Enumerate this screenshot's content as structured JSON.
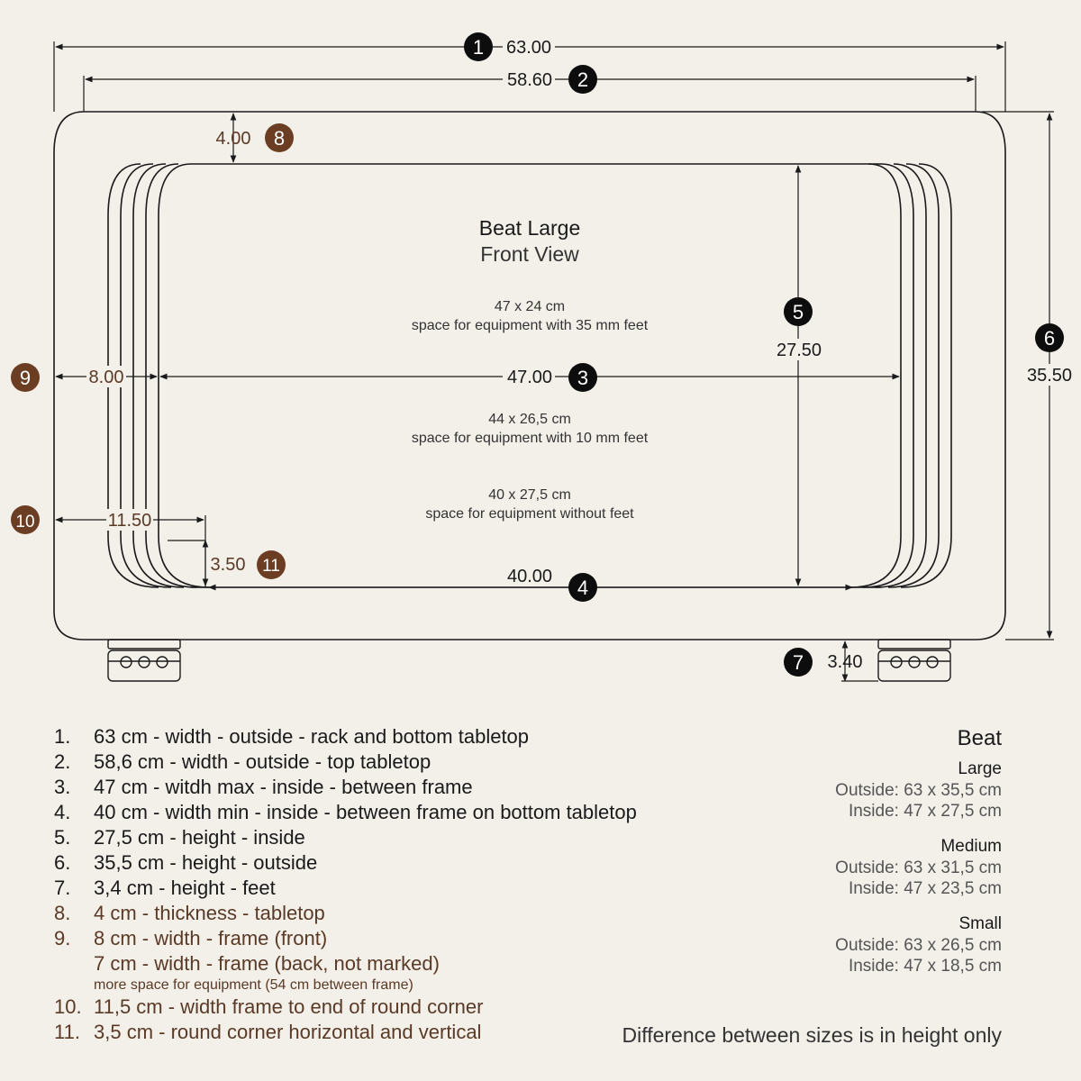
{
  "colors": {
    "background": "#f3efe9",
    "line": "#1a1a1a",
    "black_badge": "#0d0d0d",
    "brown_badge": "#6b3e24",
    "brown_text": "#5a3a26"
  },
  "diagram": {
    "title": "Beat Large",
    "subtitle": "Front View",
    "spaces": [
      {
        "size": "47 x 24 cm",
        "desc": "space for equipment with 35 mm feet"
      },
      {
        "size": "44 x 26,5 cm",
        "desc": "space for equipment with 10 mm feet"
      },
      {
        "size": "40 x 27,5 cm",
        "desc": "space for equipment without feet"
      }
    ],
    "dims": {
      "d1": "63.00",
      "d2": "58.60",
      "d3": "47.00",
      "d4": "40.00",
      "d5": "27.50",
      "d6": "35.50",
      "d7": "3.40",
      "d8": "4.00",
      "d9": "8.00",
      "d10": "11.50",
      "d11": "3.50"
    },
    "badges": {
      "b1": "1",
      "b2": "2",
      "b3": "3",
      "b4": "4",
      "b5": "5",
      "b6": "6",
      "b7": "7",
      "b8": "8",
      "b9": "9",
      "b10": "10",
      "b11": "11"
    }
  },
  "legend": [
    {
      "num": "1.",
      "bold": "63 cm",
      "text": " - width - outside - rack and bottom tabletop",
      "color": "black"
    },
    {
      "num": "2.",
      "bold": "58,6 cm",
      "text": " - width - outside - top tabletop",
      "color": "black"
    },
    {
      "num": "3.",
      "bold": "47 cm",
      "text": " - witdh max - inside - between frame",
      "color": "black"
    },
    {
      "num": "4.",
      "bold": "40 cm",
      "text": " - width min - inside - between frame on bottom tabletop",
      "color": "black"
    },
    {
      "num": "5.",
      "bold": "27,5 cm",
      "text": " - height - inside",
      "color": "black"
    },
    {
      "num": "6.",
      "bold": "35,5 cm",
      "text": " - height - outside",
      "color": "black"
    },
    {
      "num": "7.",
      "bold": "3,4 cm",
      "text": " - height - feet",
      "color": "black"
    },
    {
      "num": "8.",
      "bold": "4 cm",
      "text": " - thickness - tabletop",
      "color": "brown"
    },
    {
      "num": "9.",
      "bold": "8 cm",
      "text": " - width - frame (front)",
      "color": "brown"
    },
    {
      "num": "",
      "bold": "7 cm",
      "text": " - width - frame (back, not marked)",
      "color": "brown",
      "note": "more space for equipment (54 cm between frame)"
    },
    {
      "num": "10.",
      "bold": "11,5 cm",
      "text": " - width frame to end of round corner",
      "color": "brown"
    },
    {
      "num": "11.",
      "bold": "3,5 cm",
      "text": " - round corner horizontal and vertical",
      "color": "brown"
    }
  ],
  "sizes": {
    "title": "Beat",
    "items": [
      {
        "name": "Large",
        "outside": "Outside: 63 x 35,5 cm",
        "inside": "Inside: 47 x 27,5 cm"
      },
      {
        "name": "Medium",
        "outside": "Outside: 63 x 31,5 cm",
        "inside": "Inside: 47 x 23,5 cm"
      },
      {
        "name": "Small",
        "outside": "Outside: 63 x 26,5 cm",
        "inside": "Inside: 47 x 18,5 cm"
      }
    ],
    "note": "Difference between sizes is in height only"
  }
}
